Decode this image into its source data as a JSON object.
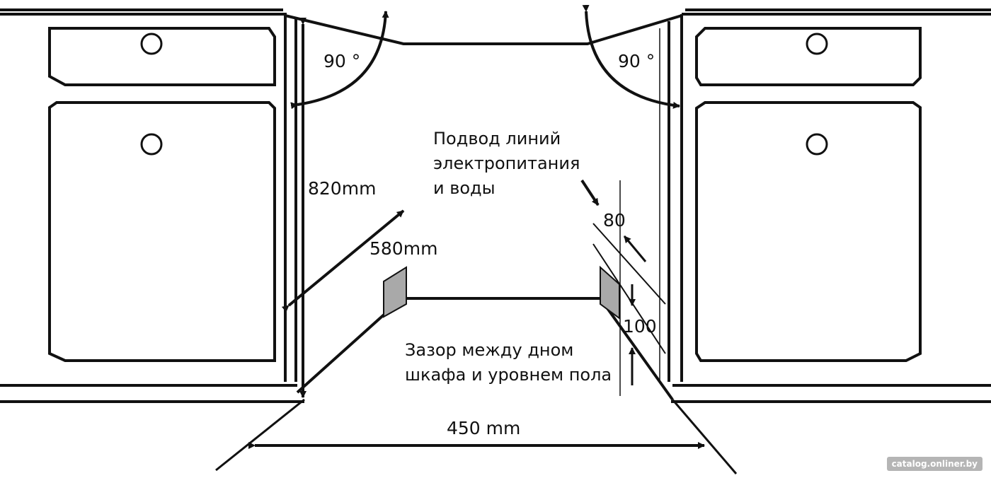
{
  "labels": {
    "angle_left": "90 °",
    "angle_right": "90 °",
    "height": "820mm",
    "depth": "580mm",
    "width": "450 mm",
    "offset_80": "80",
    "offset_100": "100",
    "supply_line1": "Подвод линий",
    "supply_line2": "электропитания",
    "supply_line3": "и воды",
    "gap_line1": "Зазор между дном",
    "gap_line2": "шкафа и уровнем пола"
  },
  "watermark": "catalog.onliner.by",
  "colors": {
    "line": "#111111",
    "panel_fill": "#a9a9a9",
    "background": "#ffffff"
  }
}
